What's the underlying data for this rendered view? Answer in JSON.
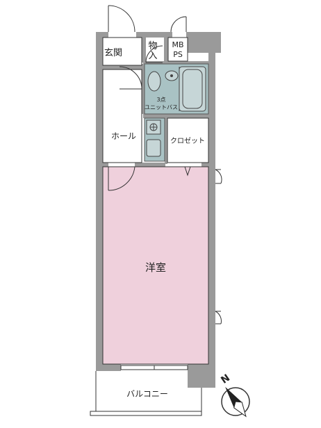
{
  "rooms": {
    "genkan": "玄関",
    "mono_top": "物",
    "mono_bottom": "入",
    "mb": "MB",
    "ps": "PS",
    "bath_line1": "3点",
    "bath_line2": "ユニットバス",
    "hall": "ホール",
    "closet": "クロゼット",
    "western_room": "洋室",
    "balcony": "バルコニー"
  },
  "compass": {
    "north_label": "N",
    "direction": "north-west"
  },
  "colors": {
    "wall": "#9a9a9a",
    "western_room_fill": "#efd0dc",
    "bath_fill": "#a9c2c4",
    "bath_fixture_fill": "#c6d6d7",
    "line": "#333333"
  }
}
